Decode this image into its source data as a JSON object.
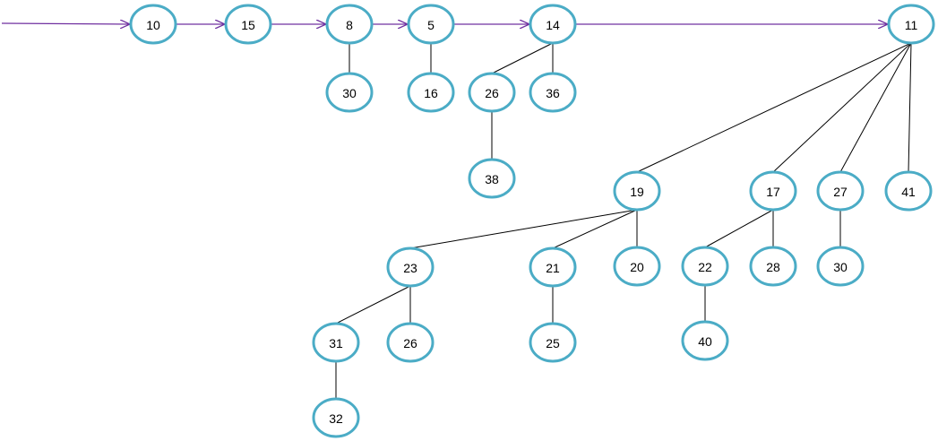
{
  "colors": {
    "node_stroke": "#4bacc6",
    "node_fill": "#ffffff",
    "edge": "#000000",
    "root_list_arrow": "#7030a0",
    "label": "#000000"
  },
  "nodes": [
    {
      "id": "n10",
      "label": "10"
    },
    {
      "id": "n15",
      "label": "15"
    },
    {
      "id": "n8",
      "label": "8"
    },
    {
      "id": "n5",
      "label": "5"
    },
    {
      "id": "n14",
      "label": "14"
    },
    {
      "id": "n11",
      "label": "11"
    },
    {
      "id": "n30a",
      "label": "30"
    },
    {
      "id": "n16",
      "label": "16"
    },
    {
      "id": "n26a",
      "label": "26"
    },
    {
      "id": "n36",
      "label": "36"
    },
    {
      "id": "n38",
      "label": "38"
    },
    {
      "id": "n19",
      "label": "19"
    },
    {
      "id": "n17",
      "label": "17"
    },
    {
      "id": "n27",
      "label": "27"
    },
    {
      "id": "n41",
      "label": "41"
    },
    {
      "id": "n23",
      "label": "23"
    },
    {
      "id": "n21",
      "label": "21"
    },
    {
      "id": "n20",
      "label": "20"
    },
    {
      "id": "n22",
      "label": "22"
    },
    {
      "id": "n28",
      "label": "28"
    },
    {
      "id": "n30b",
      "label": "30"
    },
    {
      "id": "n31",
      "label": "31"
    },
    {
      "id": "n26b",
      "label": "26"
    },
    {
      "id": "n25",
      "label": "25"
    },
    {
      "id": "n40",
      "label": "40"
    },
    {
      "id": "n32",
      "label": "32"
    }
  ],
  "root_list": [
    "n10",
    "n15",
    "n8",
    "n5",
    "n14",
    "n11"
  ],
  "edges": [
    [
      "n8",
      "n30a"
    ],
    [
      "n5",
      "n16"
    ],
    [
      "n14",
      "n26a"
    ],
    [
      "n14",
      "n36"
    ],
    [
      "n26a",
      "n38"
    ],
    [
      "n11",
      "n19"
    ],
    [
      "n11",
      "n17"
    ],
    [
      "n11",
      "n27"
    ],
    [
      "n11",
      "n41"
    ],
    [
      "n19",
      "n23"
    ],
    [
      "n19",
      "n21"
    ],
    [
      "n19",
      "n20"
    ],
    [
      "n17",
      "n22"
    ],
    [
      "n17",
      "n28"
    ],
    [
      "n27",
      "n30b"
    ],
    [
      "n23",
      "n31"
    ],
    [
      "n23",
      "n26b"
    ],
    [
      "n21",
      "n25"
    ],
    [
      "n22",
      "n40"
    ],
    [
      "n31",
      "n32"
    ]
  ]
}
